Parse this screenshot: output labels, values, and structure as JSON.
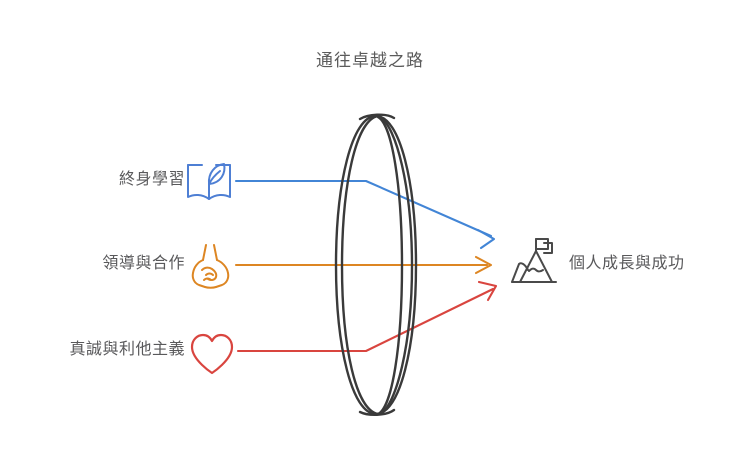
{
  "diagram": {
    "title": "通往卓越之路",
    "title_color": "#5b5b5b",
    "background": "#ffffff"
  },
  "inputs": [
    {
      "id": "lifelong-learning",
      "label": "終身學習",
      "icon": "book-leaf-icon",
      "color": "#4285d6",
      "connector": "bent-down-right-arrow"
    },
    {
      "id": "leadership-collaboration",
      "label": "領導與合作",
      "icon": "handshake-icon",
      "color": "#dd8623",
      "connector": "straight-right-arrow"
    },
    {
      "id": "integrity-altruism",
      "label": "真誠與利他主義",
      "icon": "heart-icon",
      "color": "#d9453f",
      "connector": "bent-up-right-arrow"
    }
  ],
  "center": {
    "id": "lens",
    "name": "convex-lens-shape",
    "stroke": "#3a3a3a",
    "label": ""
  },
  "output": {
    "id": "personal-growth-success",
    "label": "個人成長與成功",
    "icon": "mountain-flag-icon",
    "color": "#4a4a4a"
  },
  "chart_data": {
    "type": "diagram",
    "title": "通往卓越之路",
    "nodes": [
      {
        "name": "終身學習",
        "side": "left",
        "color": "#4285d6"
      },
      {
        "name": "領導與合作",
        "side": "left",
        "color": "#dd8623"
      },
      {
        "name": "真誠與利他主義",
        "side": "left",
        "color": "#d9453f"
      },
      {
        "name": "個人成長與成功",
        "side": "right",
        "color": "#4a4a4a"
      }
    ],
    "edges": [
      {
        "from": "終身學習",
        "to": "個人成長與成功",
        "color": "#4285d6"
      },
      {
        "from": "領導與合作",
        "to": "個人成長與成功",
        "color": "#dd8623"
      },
      {
        "from": "真誠與利他主義",
        "to": "個人成長與成功",
        "color": "#d9453f"
      }
    ]
  }
}
